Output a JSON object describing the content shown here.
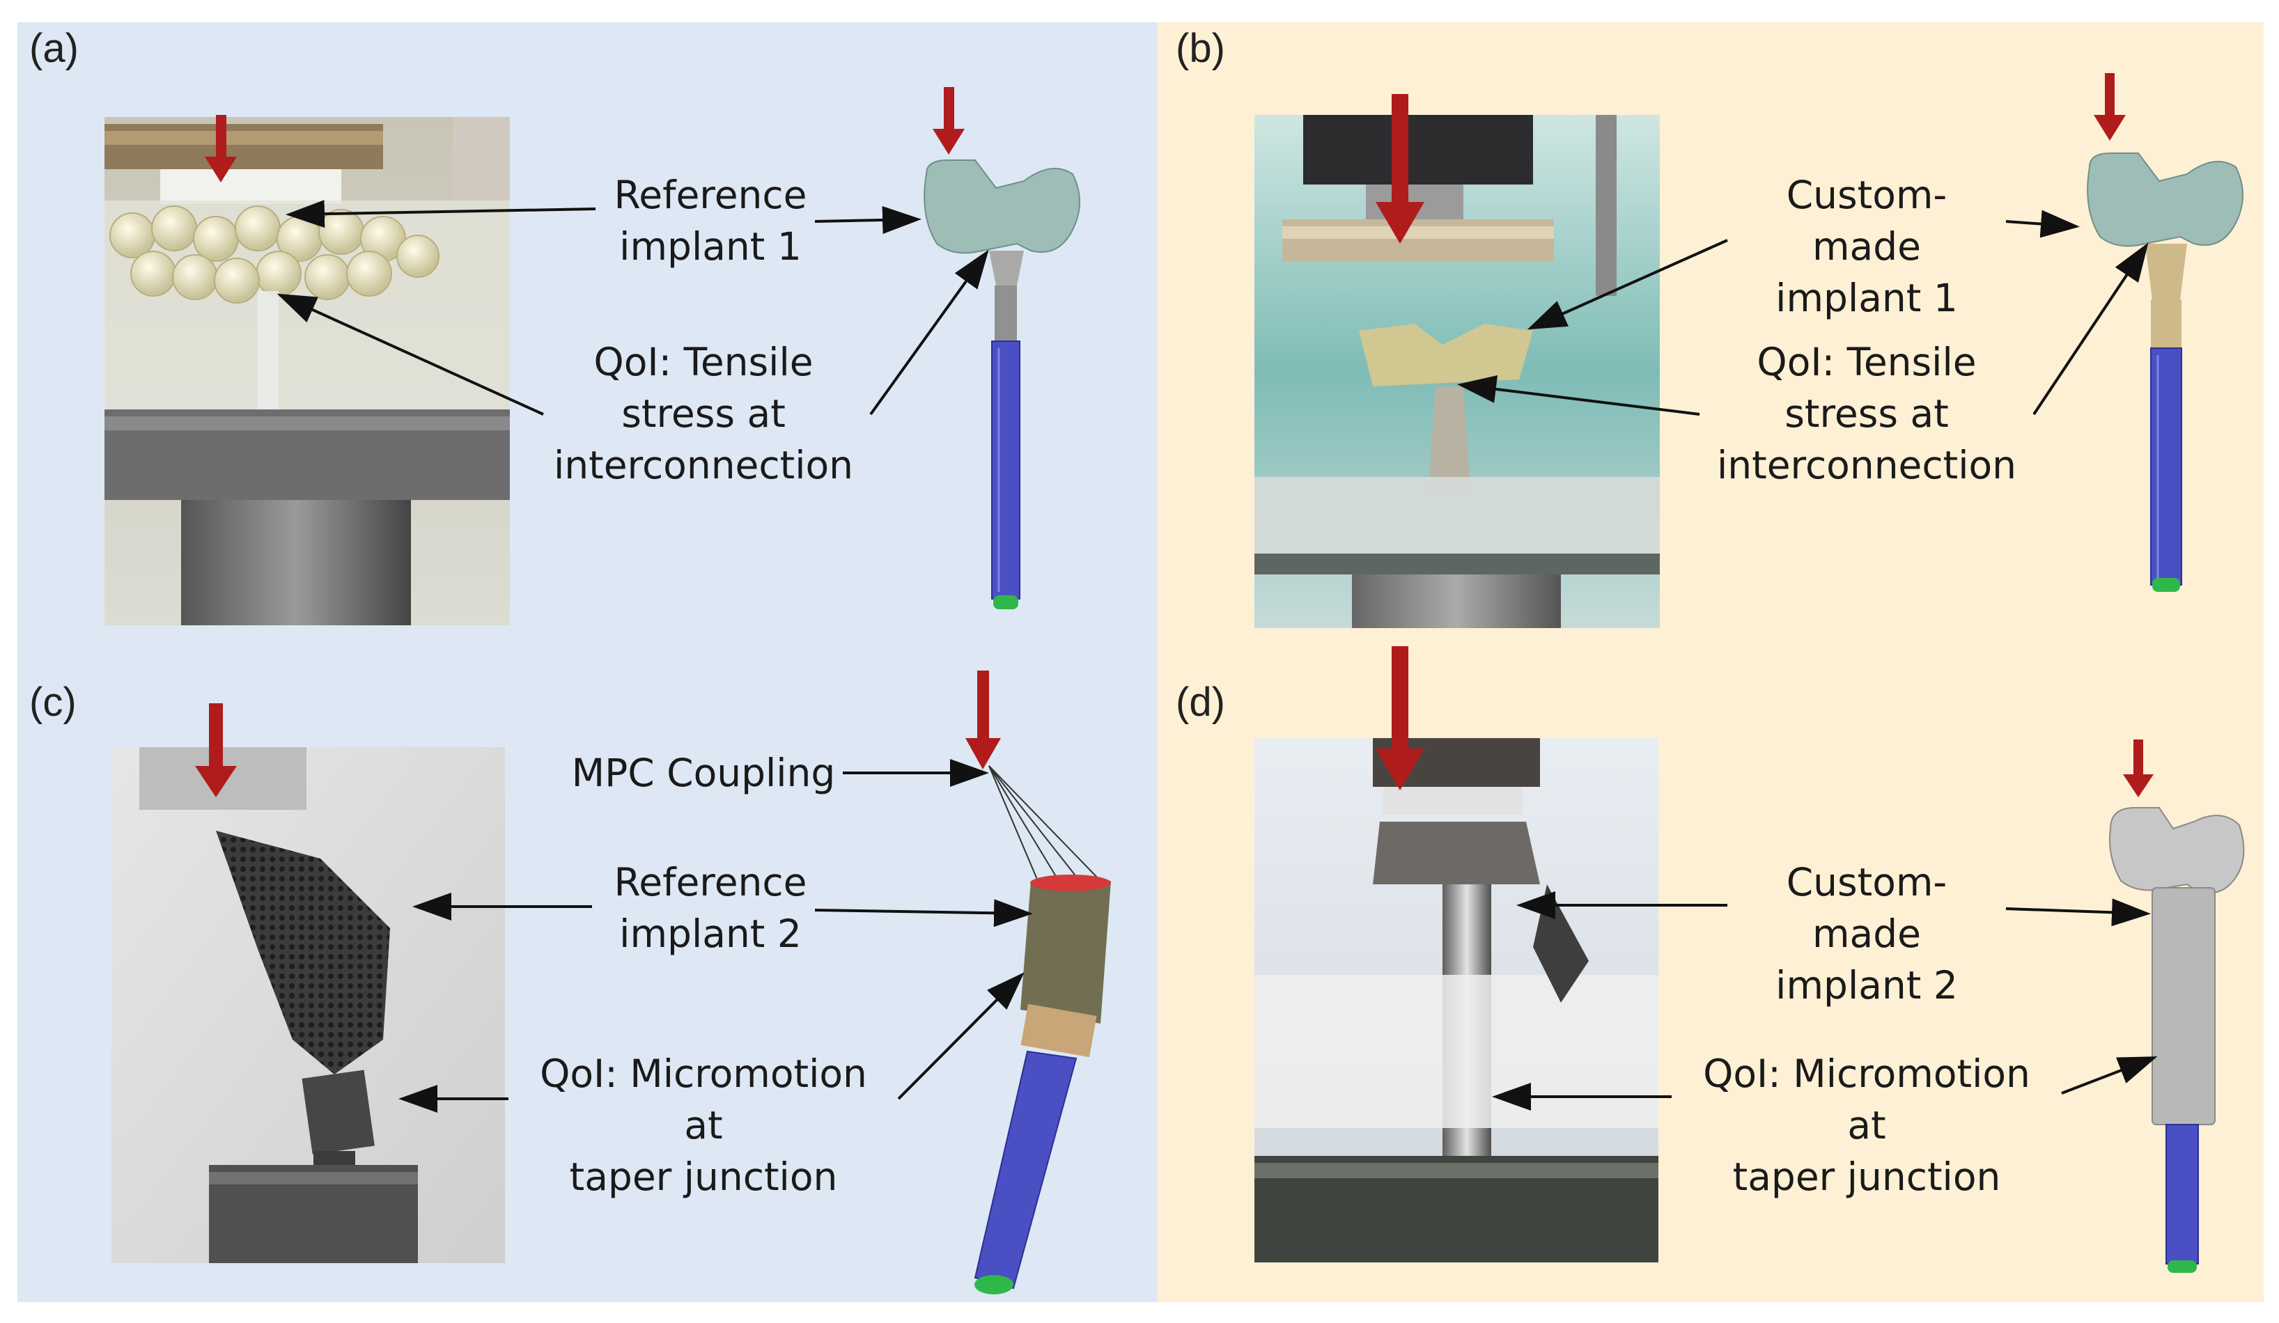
{
  "panels": {
    "a": {
      "tag": "(a)",
      "top_label": "Reference\nimplant 1",
      "bottom_label": "QoI: Tensile\nstress at\ninterconnection"
    },
    "b": {
      "tag": "(b)",
      "top_label": "Custom-made\nimplant 1",
      "bottom_label": "QoI: Tensile\nstress at\ninterconnection"
    },
    "c": {
      "tag": "(c)",
      "coupling_label": "MPC Coupling",
      "top_label": "Reference\nimplant 2",
      "bottom_label": "QoI: Micromotion at\ntaper junction"
    },
    "d": {
      "tag": "(d)",
      "top_label": "Custom-made\nimplant 2",
      "bottom_label": "QoI: Micromotion at\ntaper junction"
    }
  },
  "colors": {
    "left_bg": "#dde8f4",
    "right_bg": "#fdf0d4",
    "load_arrow": "#b01c1c",
    "pointer": "#111111",
    "head_teal": "#9fbdb7",
    "stem_blue": "#4a4fc4",
    "tip_green": "#2fb84a",
    "neck_tan": "#cdb98a"
  },
  "icons": [
    "load-arrow-icon",
    "pointer-arrow-icon"
  ]
}
